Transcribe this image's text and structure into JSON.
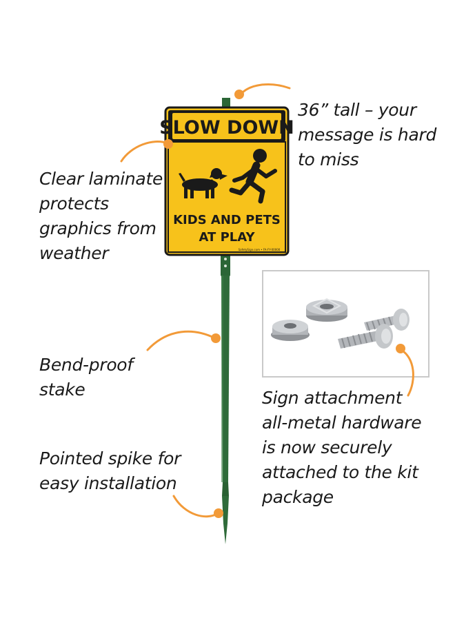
{
  "sign": {
    "header": "SLOW DOWN",
    "line1": "KIDS AND PETS",
    "line2": "AT PLAY",
    "fine_print": "SafetySign.com • FA-FY-00000"
  },
  "callouts": {
    "height": [
      "36” tall – your",
      "message is hard",
      "to miss"
    ],
    "laminate": [
      "Clear laminate",
      "protects",
      "graphics from",
      "weather"
    ],
    "stake": [
      "Bend-proof",
      "stake"
    ],
    "spike": [
      "Pointed spike for",
      "easy installation"
    ],
    "hardware": [
      "Sign attachment",
      "all-metal hardware",
      "is now securely",
      "attached to the kit",
      "package"
    ]
  },
  "icons": {
    "dog": "dog-icon",
    "child": "running-child-icon",
    "hardware": "nuts-and-bolts-photo"
  },
  "colors": {
    "sign_yellow": "#f7c21b",
    "sign_black": "#1a1a1a",
    "stake_green": "#2f6b3a",
    "callout_orange": "#f29a38",
    "hardware_frame": "#c9c9c9"
  }
}
